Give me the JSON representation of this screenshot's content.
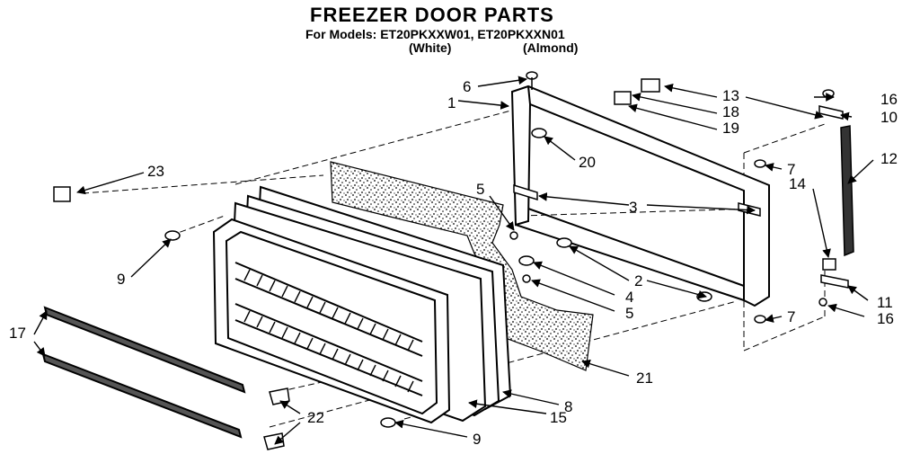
{
  "header": {
    "title": "FREEZER DOOR PARTS",
    "models": "For Models: ET20PKXXW01, ET20PKXXN01",
    "white": "(White)",
    "almond": "(Almond)"
  },
  "callouts": {
    "c1": "1",
    "c2": "2",
    "c3": "3",
    "c4": "4",
    "c5a": "5",
    "c5b": "5",
    "c6": "6",
    "c7a": "7",
    "c7b": "7",
    "c8": "8",
    "c9a": "9",
    "c9b": "9",
    "c10": "10",
    "c11": "11",
    "c12": "12",
    "c13": "13",
    "c14": "14",
    "c15": "15",
    "c16a": "16",
    "c16b": "16",
    "c17": "17",
    "c18": "18",
    "c19": "19",
    "c20": "20",
    "c21": "21",
    "c22": "22",
    "c23": "23"
  }
}
